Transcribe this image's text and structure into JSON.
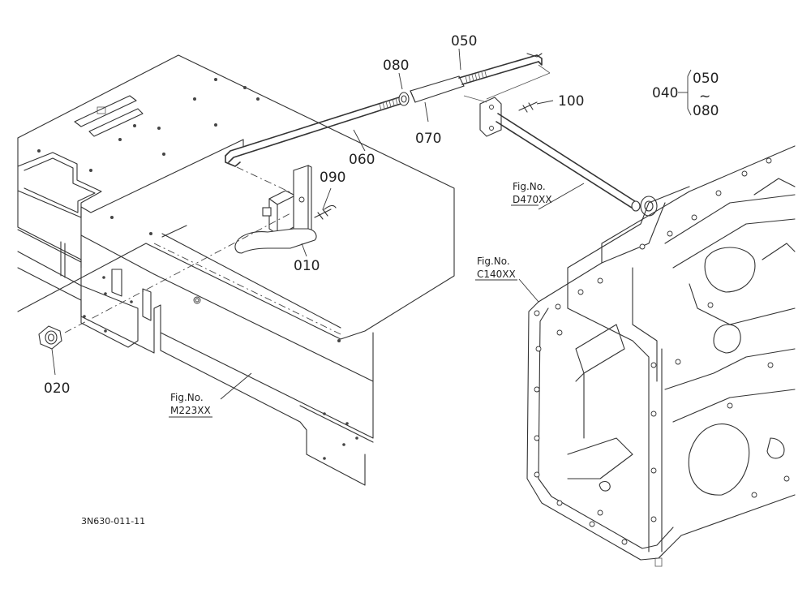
{
  "diagram_code": "3N630-011-11",
  "parts": {
    "p010": "010",
    "p020": "020",
    "p040": "040",
    "p050": "050",
    "p050b": "050",
    "p060": "060",
    "p070": "070",
    "p080": "080",
    "p080b": "080",
    "p090": "090",
    "p100": "100",
    "range_symbol": "~"
  },
  "figure_refs": {
    "m223": {
      "line1": "Fig.No.",
      "line2": "M223XX"
    },
    "d470": {
      "line1": "Fig.No.",
      "line2": "D470XX"
    },
    "c140": {
      "line1": "Fig.No.",
      "line2": "C140XX"
    }
  }
}
